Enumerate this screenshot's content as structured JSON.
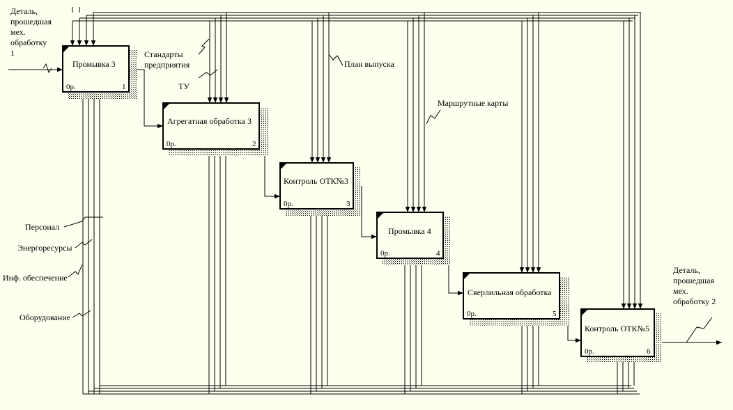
{
  "diagram": {
    "boxes": [
      {
        "name": "Промывка 3",
        "number": "1",
        "cost": "0р."
      },
      {
        "name": "Агрегатная обработка 3",
        "number": "2",
        "cost": "0р."
      },
      {
        "name": "Контроль ОТК№3",
        "number": "3",
        "cost": "0р."
      },
      {
        "name": "Промывка 4",
        "number": "4",
        "cost": "0р."
      },
      {
        "name": "Сверлильная обработка",
        "number": "5",
        "cost": "0р."
      },
      {
        "name": "Контроль ОТК№5",
        "number": "6",
        "cost": "0р."
      }
    ],
    "input_label": [
      "Деталь,",
      "прошедшая",
      "мех.",
      "обработку",
      "1"
    ],
    "output_label": [
      "Деталь,",
      "прошедшая",
      "мех.",
      "обработку 2"
    ],
    "controls": {
      "standards": [
        "Стандарты",
        "предприятия"
      ],
      "tu": "ТУ",
      "plan": "План выпуска",
      "route_cards": "Маршрутные карты"
    },
    "mechanisms": {
      "personnel": "Персонал",
      "energy": "Энергоресурсы",
      "info": "Инф. обеспечение",
      "equipment": "Оборудование"
    }
  }
}
